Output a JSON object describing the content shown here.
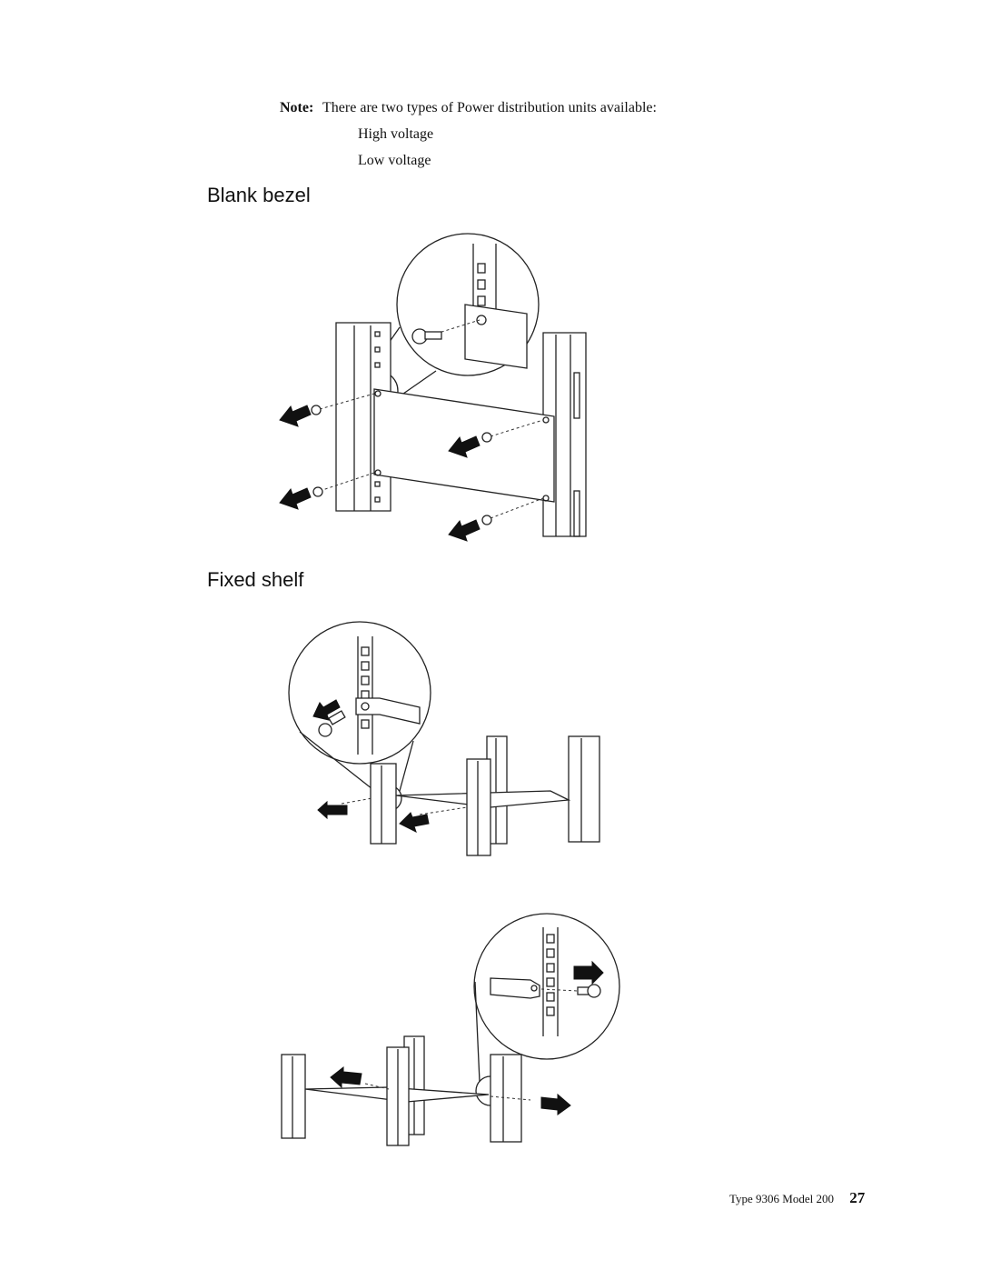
{
  "note": {
    "label": "Note:",
    "text": "There are two types of Power distribution units available:",
    "items": [
      "High voltage",
      "Low voltage"
    ]
  },
  "sections": {
    "blank_bezel": "Blank bezel",
    "fixed_shelf": "Fixed shelf"
  },
  "footer": {
    "running_title": "Type 9306 Model 200",
    "page_number": "27"
  },
  "icons": [
    "rack-rail-icon",
    "screw-icon",
    "arrow-icon",
    "magnifier-callout-icon"
  ]
}
